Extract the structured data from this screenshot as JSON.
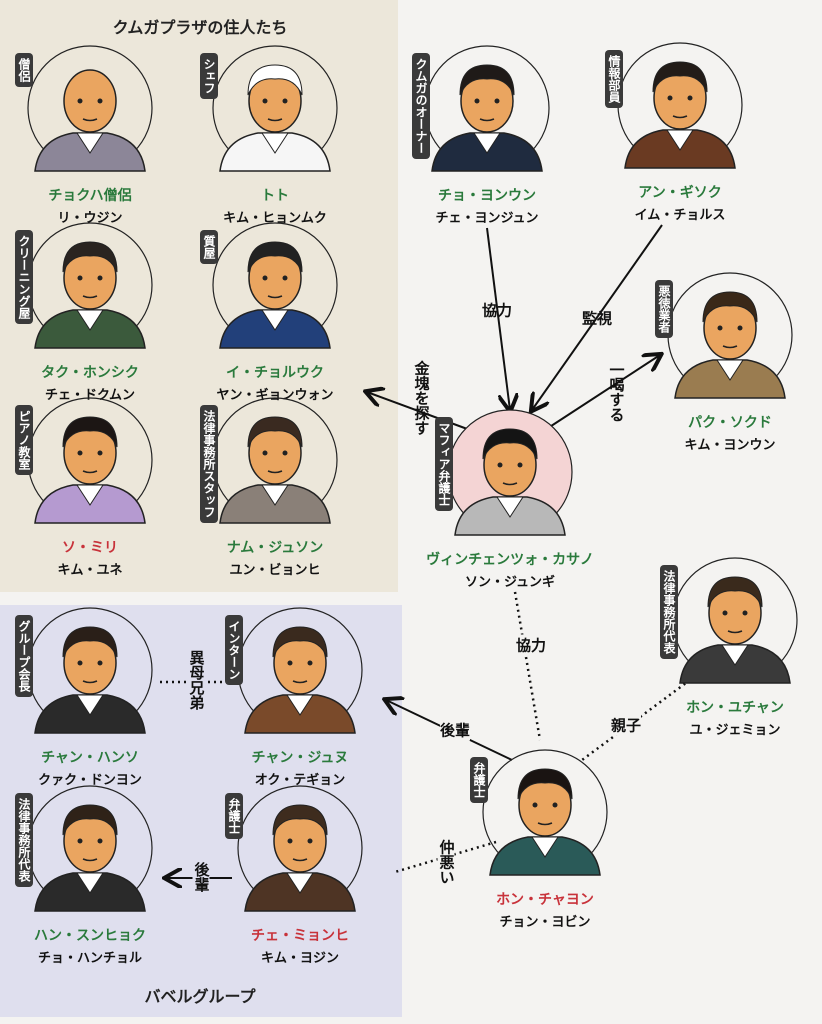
{
  "groups": {
    "residents_title": "クムガプラザの住人たち",
    "babel_title": "バベルグループ"
  },
  "characters": [
    {
      "id": "c1",
      "role": "僧侶",
      "name": "チョクハ僧侶",
      "actor": "リ・ウジン",
      "color": "green"
    },
    {
      "id": "c2",
      "role": "シェフ",
      "name": "トト",
      "actor": "キム・ヒョンムク",
      "color": "green"
    },
    {
      "id": "c3",
      "role": "クリーニング屋",
      "name": "タク・ホンシク",
      "actor": "チェ・ドクムン",
      "color": "green"
    },
    {
      "id": "c4",
      "role": "質屋",
      "name": "イ・チョルウク",
      "actor": "ヤン・ギョンウォン",
      "color": "green"
    },
    {
      "id": "c5",
      "role": "ピアノ教室",
      "name": "ソ・ミリ",
      "actor": "キム・ユネ",
      "color": "red"
    },
    {
      "id": "c6",
      "role": "法律事務所スタッフ",
      "name": "ナム・ジュソン",
      "actor": "ユン・ビョンヒ",
      "color": "green"
    },
    {
      "id": "c7",
      "role": "クムガのオーナー",
      "name": "チョ・ヨンウン",
      "actor": "チェ・ヨンジュン",
      "color": "green"
    },
    {
      "id": "c8",
      "role": "情報部員",
      "name": "アン・ギソク",
      "actor": "イム・チョルス",
      "color": "green"
    },
    {
      "id": "c9",
      "role": "悪徳業者",
      "name": "パク・ソクド",
      "actor": "キム・ヨンウン",
      "color": "green"
    },
    {
      "id": "c10",
      "role": "マフィア弁護士",
      "name": "ヴィンチェンツォ・カサノ",
      "actor": "ソン・ジュンギ",
      "color": "green"
    },
    {
      "id": "c11",
      "role": "法律事務所代表",
      "name": "ホン・ユチャン",
      "actor": "ユ・ジェミョン",
      "color": "green"
    },
    {
      "id": "c12",
      "role": "弁護士",
      "name": "ホン・チャヨン",
      "actor": "チョン・ヨビン",
      "color": "red"
    },
    {
      "id": "c13",
      "role": "グループ会長",
      "name": "チャン・ハンソ",
      "actor": "クァク・ドンヨン",
      "color": "green"
    },
    {
      "id": "c14",
      "role": "インターン",
      "name": "チャン・ジュヌ",
      "actor": "オク・テギョン",
      "color": "green"
    },
    {
      "id": "c15",
      "role": "法律事務所代表",
      "name": "ハン・スンヒョク",
      "actor": "チョ・ハンチョル",
      "color": "green"
    },
    {
      "id": "c16",
      "role": "弁護士",
      "name": "チェ・ミョンヒ",
      "actor": "キム・ヨジン",
      "color": "red"
    }
  ],
  "relations": [
    {
      "from": "チョ・ヨンウン",
      "to": "ヴィンチェンツォ・カサノ",
      "label": "協力",
      "style": "arrow"
    },
    {
      "from": "アン・ギソク",
      "to": "ヴィンチェンツォ・カサノ",
      "label": "監視",
      "style": "arrow"
    },
    {
      "from": "ヴィンチェンツォ・カサノ",
      "to": "パク・ソクド",
      "label": "一喝する",
      "style": "arrow"
    },
    {
      "from": "ヴィンチェンツォ・カサノ",
      "to": "クムガプラザの住人たち",
      "label": "金塊を探す",
      "style": "arrow"
    },
    {
      "from": "ヴィンチェンツォ・カサノ",
      "to": "ホン・チャヨン",
      "label": "協力",
      "style": "dotted"
    },
    {
      "from": "ホン・ユチャン",
      "to": "ホン・チャヨン",
      "label": "親子",
      "style": "dotted"
    },
    {
      "from": "ホン・チャヨン",
      "to": "チャン・ジュヌ",
      "label": "後輩",
      "style": "arrow"
    },
    {
      "from": "ホン・チャヨン",
      "to": "チェ・ミョンヒ",
      "label": "仲悪い",
      "style": "dotted"
    },
    {
      "from": "チャン・ハンソ",
      "to": "チャン・ジュヌ",
      "label": "異母兄弟",
      "style": "dotted"
    },
    {
      "from": "チェ・ミョンヒ",
      "to": "ハン・スンヒョク",
      "label": "後輩",
      "style": "arrow"
    }
  ]
}
